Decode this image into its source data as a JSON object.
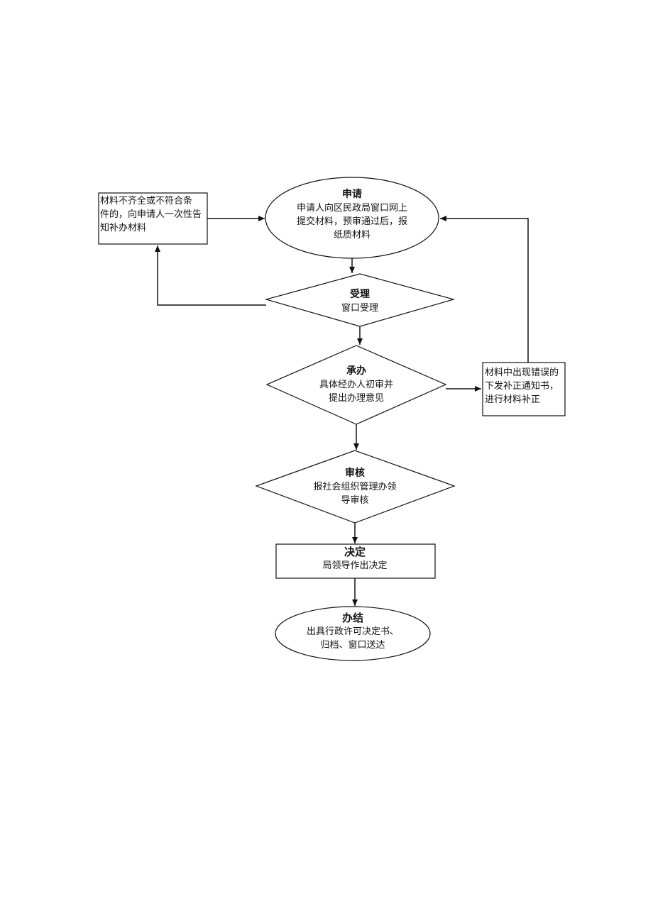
{
  "nodes": {
    "apply": {
      "title": "申请",
      "lines": [
        "申请人向区民政局窗口网上",
        "提交材料，预审通过后，报",
        "纸质材料"
      ]
    },
    "accept": {
      "title": "受理",
      "lines": [
        "窗口受理"
      ]
    },
    "handle": {
      "title": "承办",
      "lines": [
        "具体经办人初审并",
        "提出办理意见"
      ]
    },
    "review": {
      "title": "审核",
      "lines": [
        "报社会组织管理办领",
        "导审核"
      ]
    },
    "decide": {
      "title": "决定",
      "lines": [
        "局领导作出决定"
      ]
    },
    "finish": {
      "title": "办结",
      "lines": [
        "出具行政许可决定书、",
        "归档、窗口送达"
      ]
    }
  },
  "side_boxes": {
    "incomplete": {
      "lines": [
        "材料不齐全或不符合条",
        "件的，向申请人一次性告",
        "知补办材料"
      ]
    },
    "correction": {
      "lines": [
        "材料中出现错误的",
        "下发补正通知书，",
        "进行材料补正"
      ]
    }
  }
}
